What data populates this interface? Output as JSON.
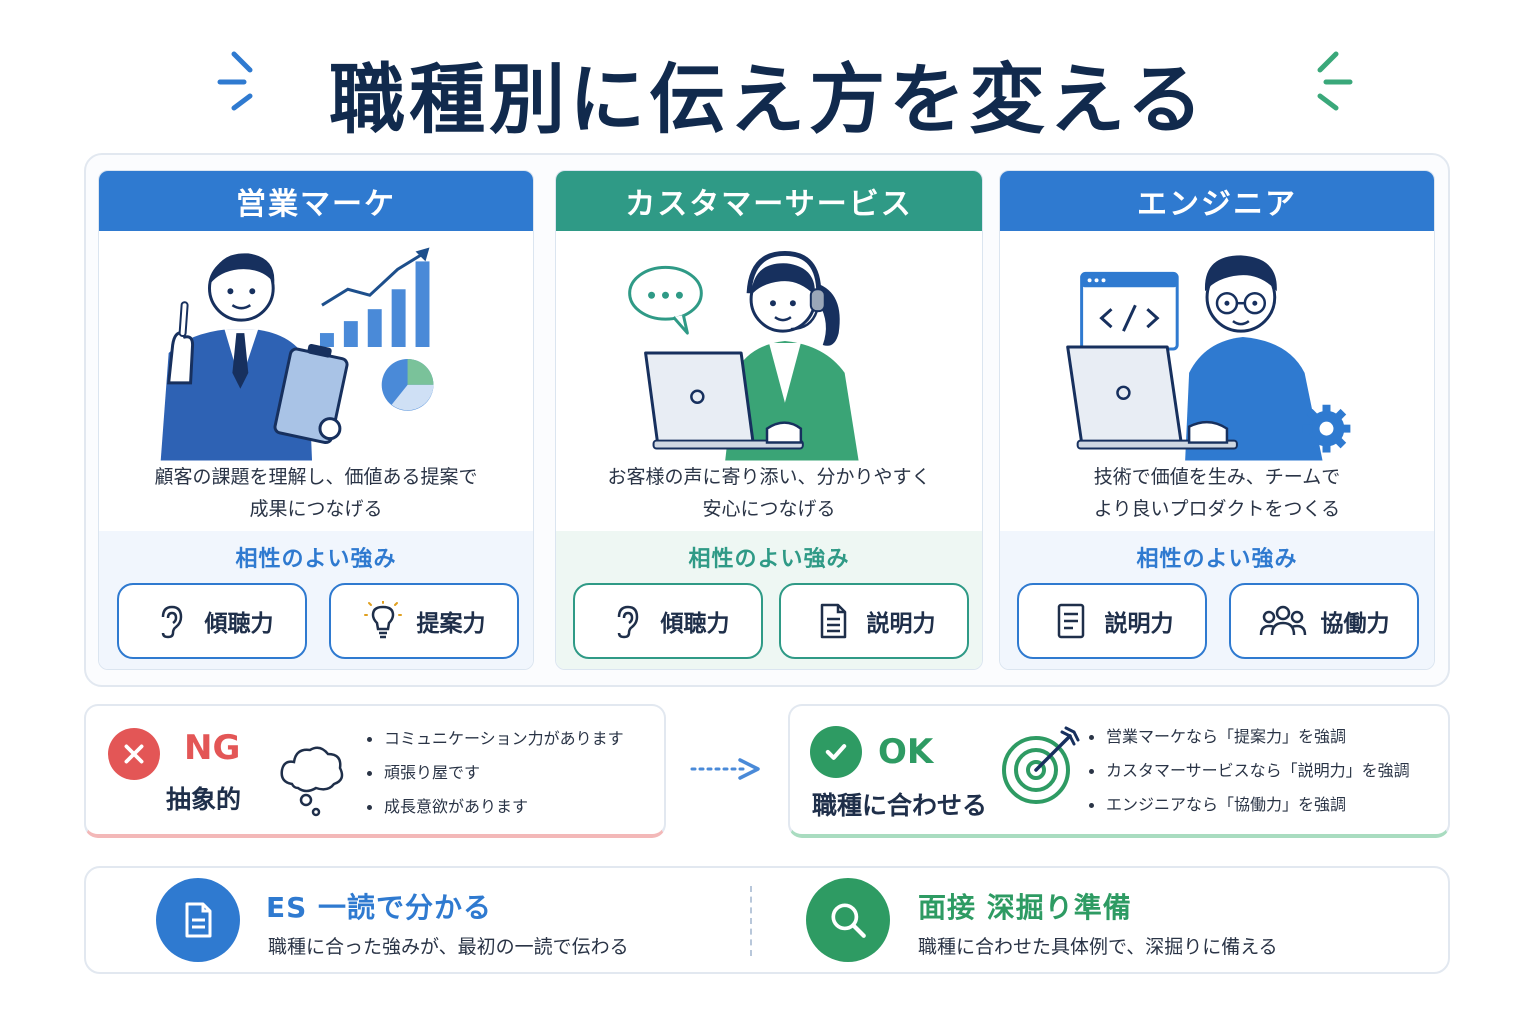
{
  "title": "職種別に伝え方を変える",
  "roles": [
    {
      "name": "営業マーケ",
      "desc": [
        "顧客の課題を理解し、価値ある提案で",
        "成果につなげる"
      ],
      "strength_title": "相性のよい強み",
      "strengths": [
        {
          "label": "傾聴力",
          "icon": "ear-icon"
        },
        {
          "label": "提案力",
          "icon": "lightbulb-icon"
        }
      ]
    },
    {
      "name": "カスタマーサービス",
      "desc": [
        "お客様の声に寄り添い、分かりやすく",
        "安心につなげる"
      ],
      "strength_title": "相性のよい強み",
      "strengths": [
        {
          "label": "傾聴力",
          "icon": "ear-icon"
        },
        {
          "label": "説明力",
          "icon": "document-icon"
        }
      ]
    },
    {
      "name": "エンジニア",
      "desc": [
        "技術で価値を生み、チームで",
        "より良いプロダクトをつくる"
      ],
      "strength_title": "相性のよい強み",
      "strengths": [
        {
          "label": "説明力",
          "icon": "document-icon"
        },
        {
          "label": "協働力",
          "icon": "team-icon"
        }
      ]
    }
  ],
  "ng": {
    "badge": "NG",
    "sub": "抽象的",
    "items": [
      "コミュニケーション力があります",
      "頑張り屋です",
      "成長意欲があります"
    ]
  },
  "ok": {
    "badge": "OK",
    "sub": "職種に合わせる",
    "items": [
      "営業マーケなら「提案力」を強調",
      "カスタマーサービスなら「説明力」を強調",
      "エンジニアなら「協働力」を強調"
    ]
  },
  "bottom": [
    {
      "title": "ES 一読で分かる",
      "desc": "職種に合った強みが、最初の一読で伝わる",
      "icon": "document-icon"
    },
    {
      "title": "面接 深掘り準備",
      "desc": "職種に合わせた具体例で、深掘りに備える",
      "icon": "search-icon"
    }
  ],
  "colors": {
    "blue": "#2f7ad0",
    "green": "#2f9a86",
    "ng_red": "#e35656",
    "ok_green": "#2e9b63",
    "navy": "#112a4d"
  }
}
